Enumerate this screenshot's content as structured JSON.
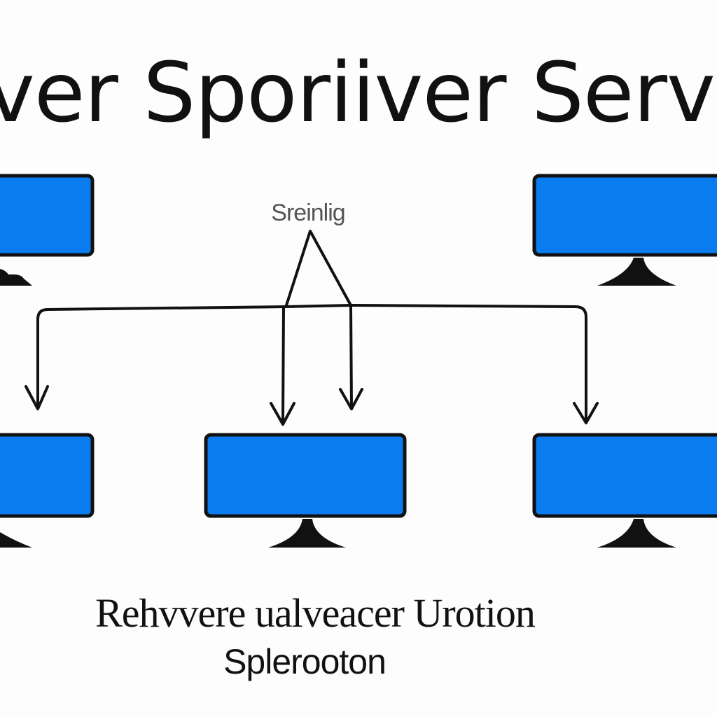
{
  "diagram": {
    "title": "ver Sporiiver Server",
    "center_label": "Sreinlig",
    "footer_line_1": "Rehvvere ualveacer Urotion",
    "footer_line_2": "Splerooton"
  },
  "colors": {
    "background": "#fdfdfd",
    "screen": "#0a7cf0",
    "outline": "#111111",
    "label": "#555555"
  }
}
